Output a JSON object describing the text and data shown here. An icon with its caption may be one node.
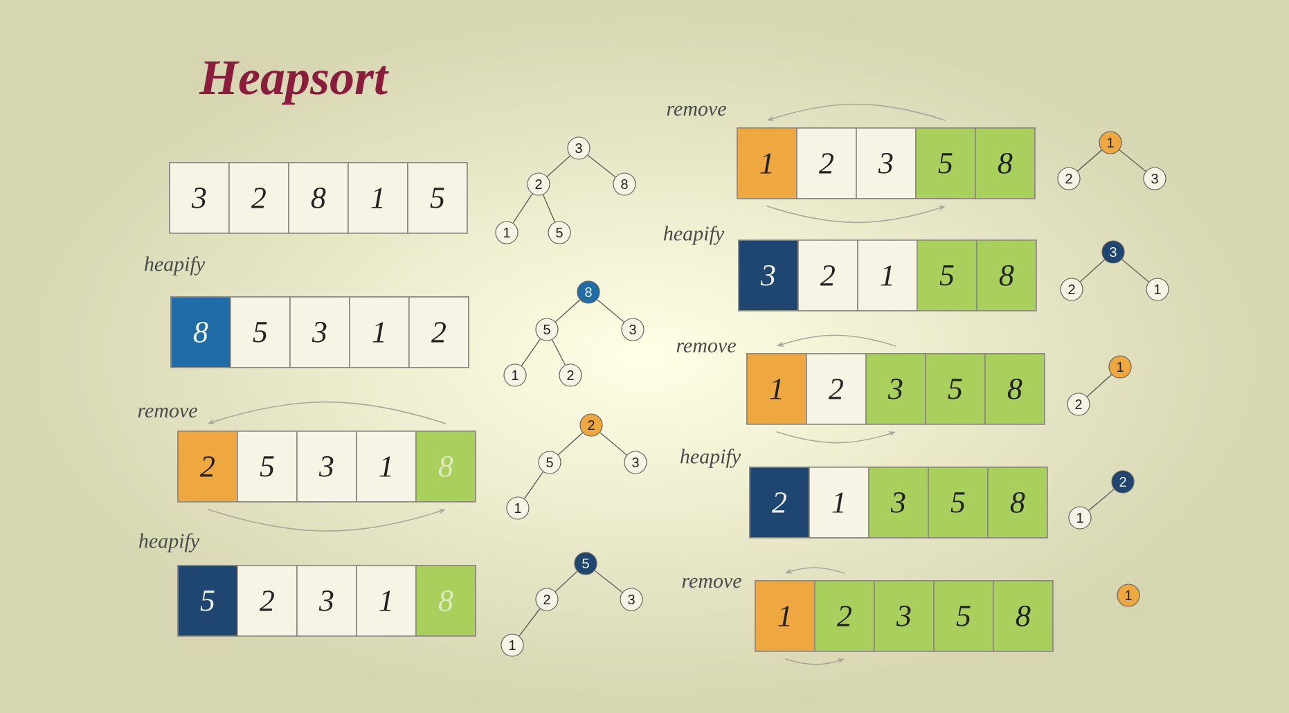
{
  "diagram": {
    "title": "Heapsort",
    "nodes": [
      {
        "text": [
          "3"
        ]
      },
      {
        "text": [
          "2"
        ]
      },
      {
        "text": [
          "8"
        ]
      },
      {
        "text": [
          "1"
        ]
      },
      {
        "text": [
          "5"
        ]
      },
      {
        "text": [
          "3"
        ]
      },
      {
        "text": [
          "2"
        ]
      },
      {
        "text": [
          "8"
        ]
      },
      {
        "text": [
          "1"
        ]
      },
      {
        "text": [
          "5"
        ]
      },
      {
        "text": [
          "8"
        ]
      },
      {
        "text": [
          "5"
        ]
      },
      {
        "text": [
          "3"
        ]
      },
      {
        "text": [
          "1"
        ]
      },
      {
        "text": [
          "2"
        ]
      },
      {
        "text": [
          "8"
        ]
      },
      {
        "text": [
          "5"
        ]
      },
      {
        "text": [
          "3"
        ]
      },
      {
        "text": [
          "1"
        ]
      },
      {
        "text": [
          "2"
        ]
      },
      {
        "text": [
          "2"
        ]
      },
      {
        "text": [
          "5"
        ]
      },
      {
        "text": [
          "3"
        ]
      },
      {
        "text": [
          "1"
        ]
      },
      {
        "text": [
          "8"
        ]
      },
      {
        "text": [
          "2"
        ]
      },
      {
        "text": [
          "5"
        ]
      },
      {
        "text": [
          "3"
        ]
      },
      {
        "text": [
          "1"
        ]
      },
      {
        "text": [
          "5"
        ]
      },
      {
        "text": [
          "2"
        ]
      },
      {
        "text": [
          "3"
        ]
      },
      {
        "text": [
          "1"
        ]
      },
      {
        "text": [
          "8"
        ]
      },
      {
        "text": [
          "5"
        ]
      },
      {
        "text": [
          "2"
        ]
      },
      {
        "text": [
          "3"
        ]
      },
      {
        "text": [
          "1"
        ]
      },
      {
        "text": [
          "1"
        ]
      },
      {
        "text": [
          "2"
        ]
      },
      {
        "text": [
          "3"
        ]
      },
      {
        "text": [
          "5"
        ]
      },
      {
        "text": [
          "8"
        ]
      },
      {
        "text": [
          "1"
        ]
      },
      {
        "text": [
          "2"
        ]
      },
      {
        "text": [
          "3"
        ]
      },
      {
        "text": [
          "3"
        ]
      },
      {
        "text": [
          "2"
        ]
      },
      {
        "text": [
          "1"
        ]
      },
      {
        "text": [
          "5"
        ]
      },
      {
        "text": [
          "8"
        ]
      },
      {
        "text": [
          "3"
        ]
      },
      {
        "text": [
          "2"
        ]
      },
      {
        "text": [
          "1"
        ]
      },
      {
        "text": [
          "1"
        ]
      },
      {
        "text": [
          "2"
        ]
      },
      {
        "text": [
          "3"
        ]
      },
      {
        "text": [
          "5"
        ]
      },
      {
        "text": [
          "8"
        ]
      },
      {
        "text": [
          "1"
        ]
      },
      {
        "text": [
          "2"
        ]
      },
      {
        "text": [
          "2"
        ]
      },
      {
        "text": [
          "1"
        ]
      },
      {
        "text": [
          "3"
        ]
      },
      {
        "text": [
          "5"
        ]
      },
      {
        "text": [
          "8"
        ]
      },
      {
        "text": [
          "2"
        ]
      },
      {
        "text": [
          "1"
        ]
      },
      {
        "text": [
          "1"
        ]
      },
      {
        "text": [
          "2"
        ]
      },
      {
        "text": [
          "3"
        ]
      },
      {
        "text": [
          "5"
        ]
      },
      {
        "text": [
          "8"
        ]
      },
      {
        "text": [
          "1"
        ]
      }
    ],
    "edges": [
      {
        "from": 5,
        "to": 6,
        "arrow": "none"
      },
      {
        "from": 5,
        "to": 7,
        "arrow": "none"
      },
      {
        "from": 6,
        "to": 8,
        "arrow": "none"
      },
      {
        "from": 6,
        "to": 9,
        "arrow": "none"
      },
      {
        "from": 15,
        "to": 16,
        "arrow": "none"
      },
      {
        "from": 15,
        "to": 17,
        "arrow": "none"
      },
      {
        "from": 16,
        "to": 18,
        "arrow": "none"
      },
      {
        "from": 16,
        "to": 19,
        "arrow": "none"
      },
      {
        "from": 24,
        "to": 20,
        "arrow": "to"
      },
      {
        "from": 20,
        "to": 24,
        "arrow": "to"
      },
      {
        "from": 25,
        "to": 26,
        "arrow": "none"
      },
      {
        "from": 25,
        "to": 27,
        "arrow": "none"
      },
      {
        "from": 26,
        "to": 28,
        "arrow": "none"
      },
      {
        "from": 34,
        "to": 35,
        "arrow": "none"
      },
      {
        "from": 34,
        "to": 36,
        "arrow": "none"
      },
      {
        "from": 35,
        "to": 37,
        "arrow": "none"
      },
      {
        "from": 41,
        "to": 38,
        "arrow": "to"
      },
      {
        "from": 38,
        "to": 41,
        "arrow": "to"
      },
      {
        "from": 43,
        "to": 44,
        "arrow": "none"
      },
      {
        "from": 43,
        "to": 45,
        "arrow": "none"
      },
      {
        "from": 51,
        "to": 52,
        "arrow": "none"
      },
      {
        "from": 51,
        "to": 53,
        "arrow": "none"
      },
      {
        "from": 56,
        "to": 54,
        "arrow": "to"
      },
      {
        "from": 54,
        "to": 56,
        "arrow": "to"
      },
      {
        "from": 59,
        "to": 60,
        "arrow": "none"
      },
      {
        "from": 66,
        "to": 67,
        "arrow": "none"
      },
      {
        "from": 69,
        "to": 68,
        "arrow": "to"
      },
      {
        "from": 68,
        "to": 69,
        "arrow": "to"
      }
    ],
    "labels": [
      "heapify",
      "remove",
      "heapify",
      "remove",
      "heapify",
      "remove",
      "heapify",
      "remove"
    ]
  }
}
